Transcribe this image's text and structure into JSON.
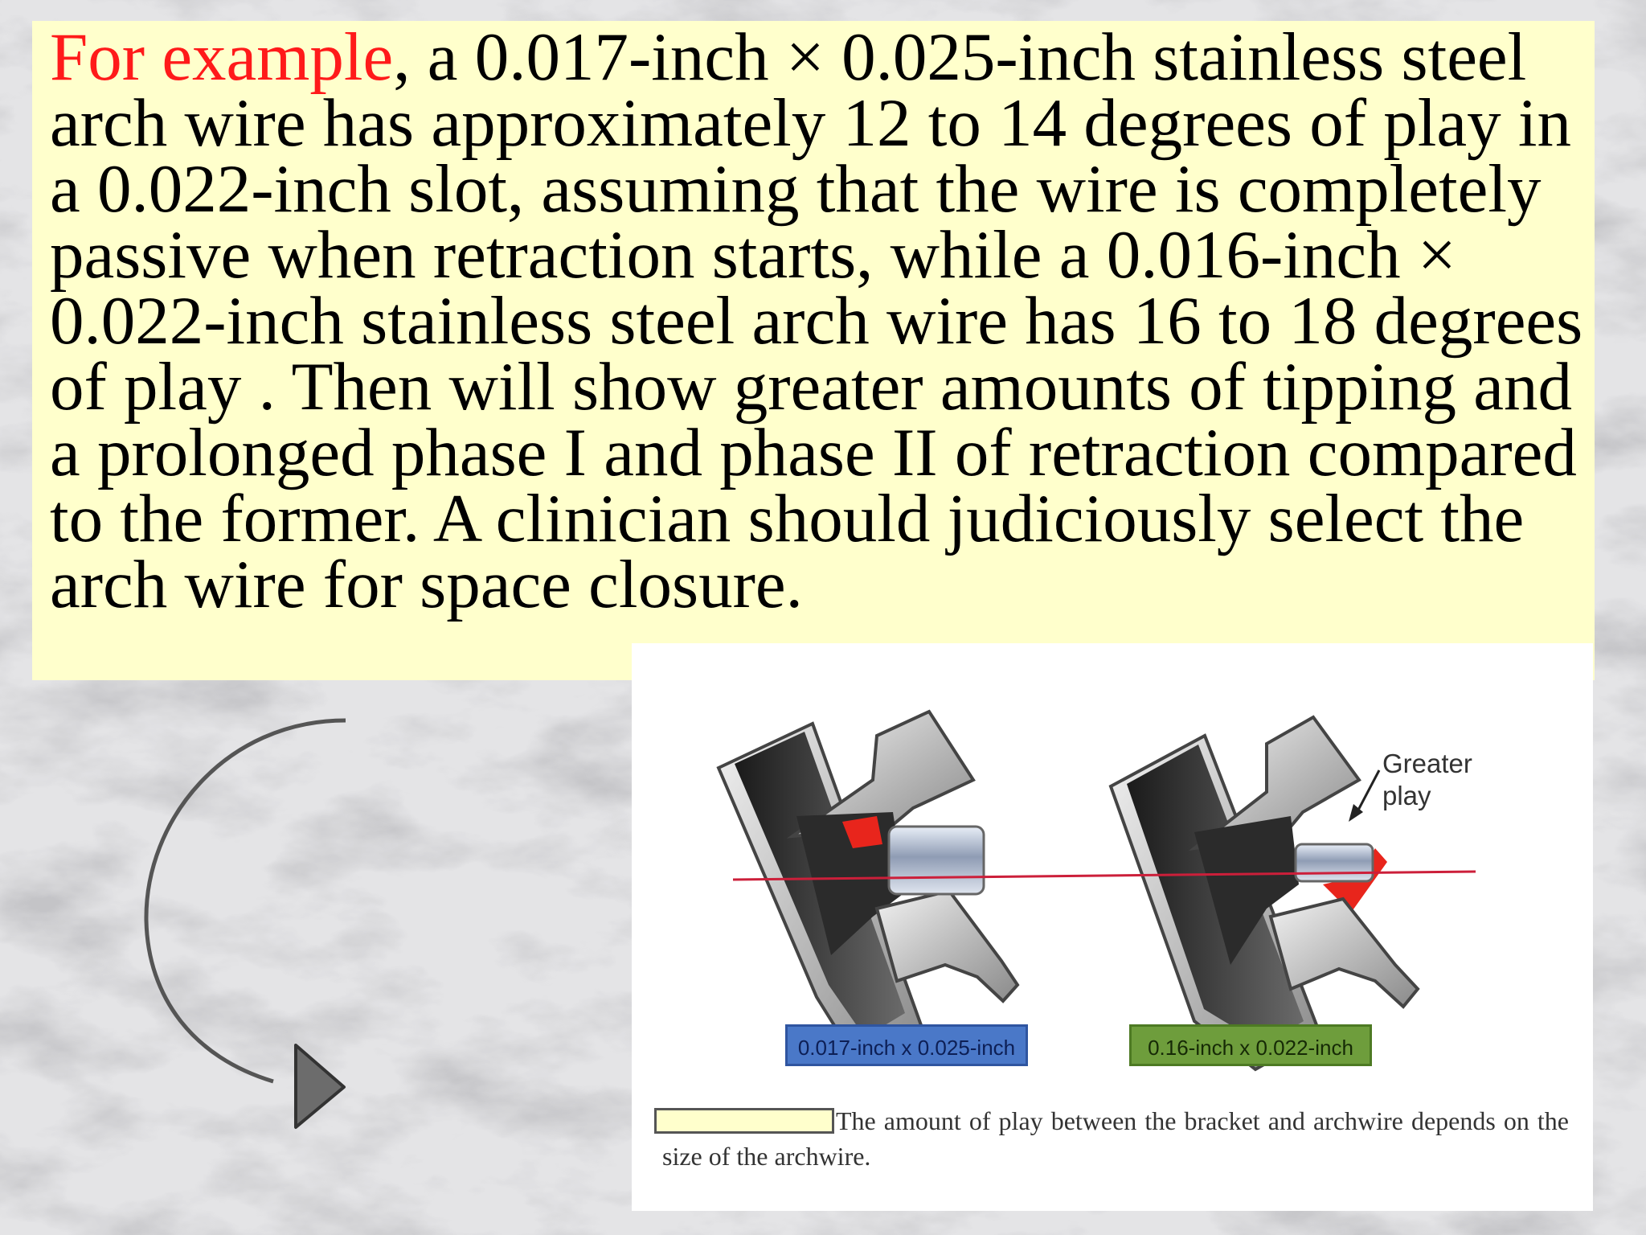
{
  "paragraph": {
    "lead": "For example",
    "body": ", a 0.017-inch × 0.025-inch stainless steel arch wire has approximately 12 to 14 degrees of play in a 0.022-inch slot, assuming that the wire is completely passive when retraction starts, while a 0.016-inch × 0.022-inch stainless steel arch wire has 16 to 18 degrees of play . Then  will show greater amounts of tipping and a prolonged phase I and phase II of retraction compared to the former. A clinician should judiciously select the arch wire for space closure."
  },
  "figure": {
    "label_left": "0.017-inch x 0.025-inch",
    "label_right": "0.16-inch x 0.022-inch",
    "annotation": "Greater\nplay",
    "caption": "The amount of play between the bracket and archwire depends on the size of the archwire."
  },
  "colors": {
    "highlight": "#ff1a1a",
    "text_box": "#ffffcc",
    "wire_line": "#cc1f3a",
    "label_blue": "#4a78c8",
    "label_green": "#6e9d3c"
  },
  "icons": {
    "curved_arrow": "curved-arrow-icon"
  }
}
